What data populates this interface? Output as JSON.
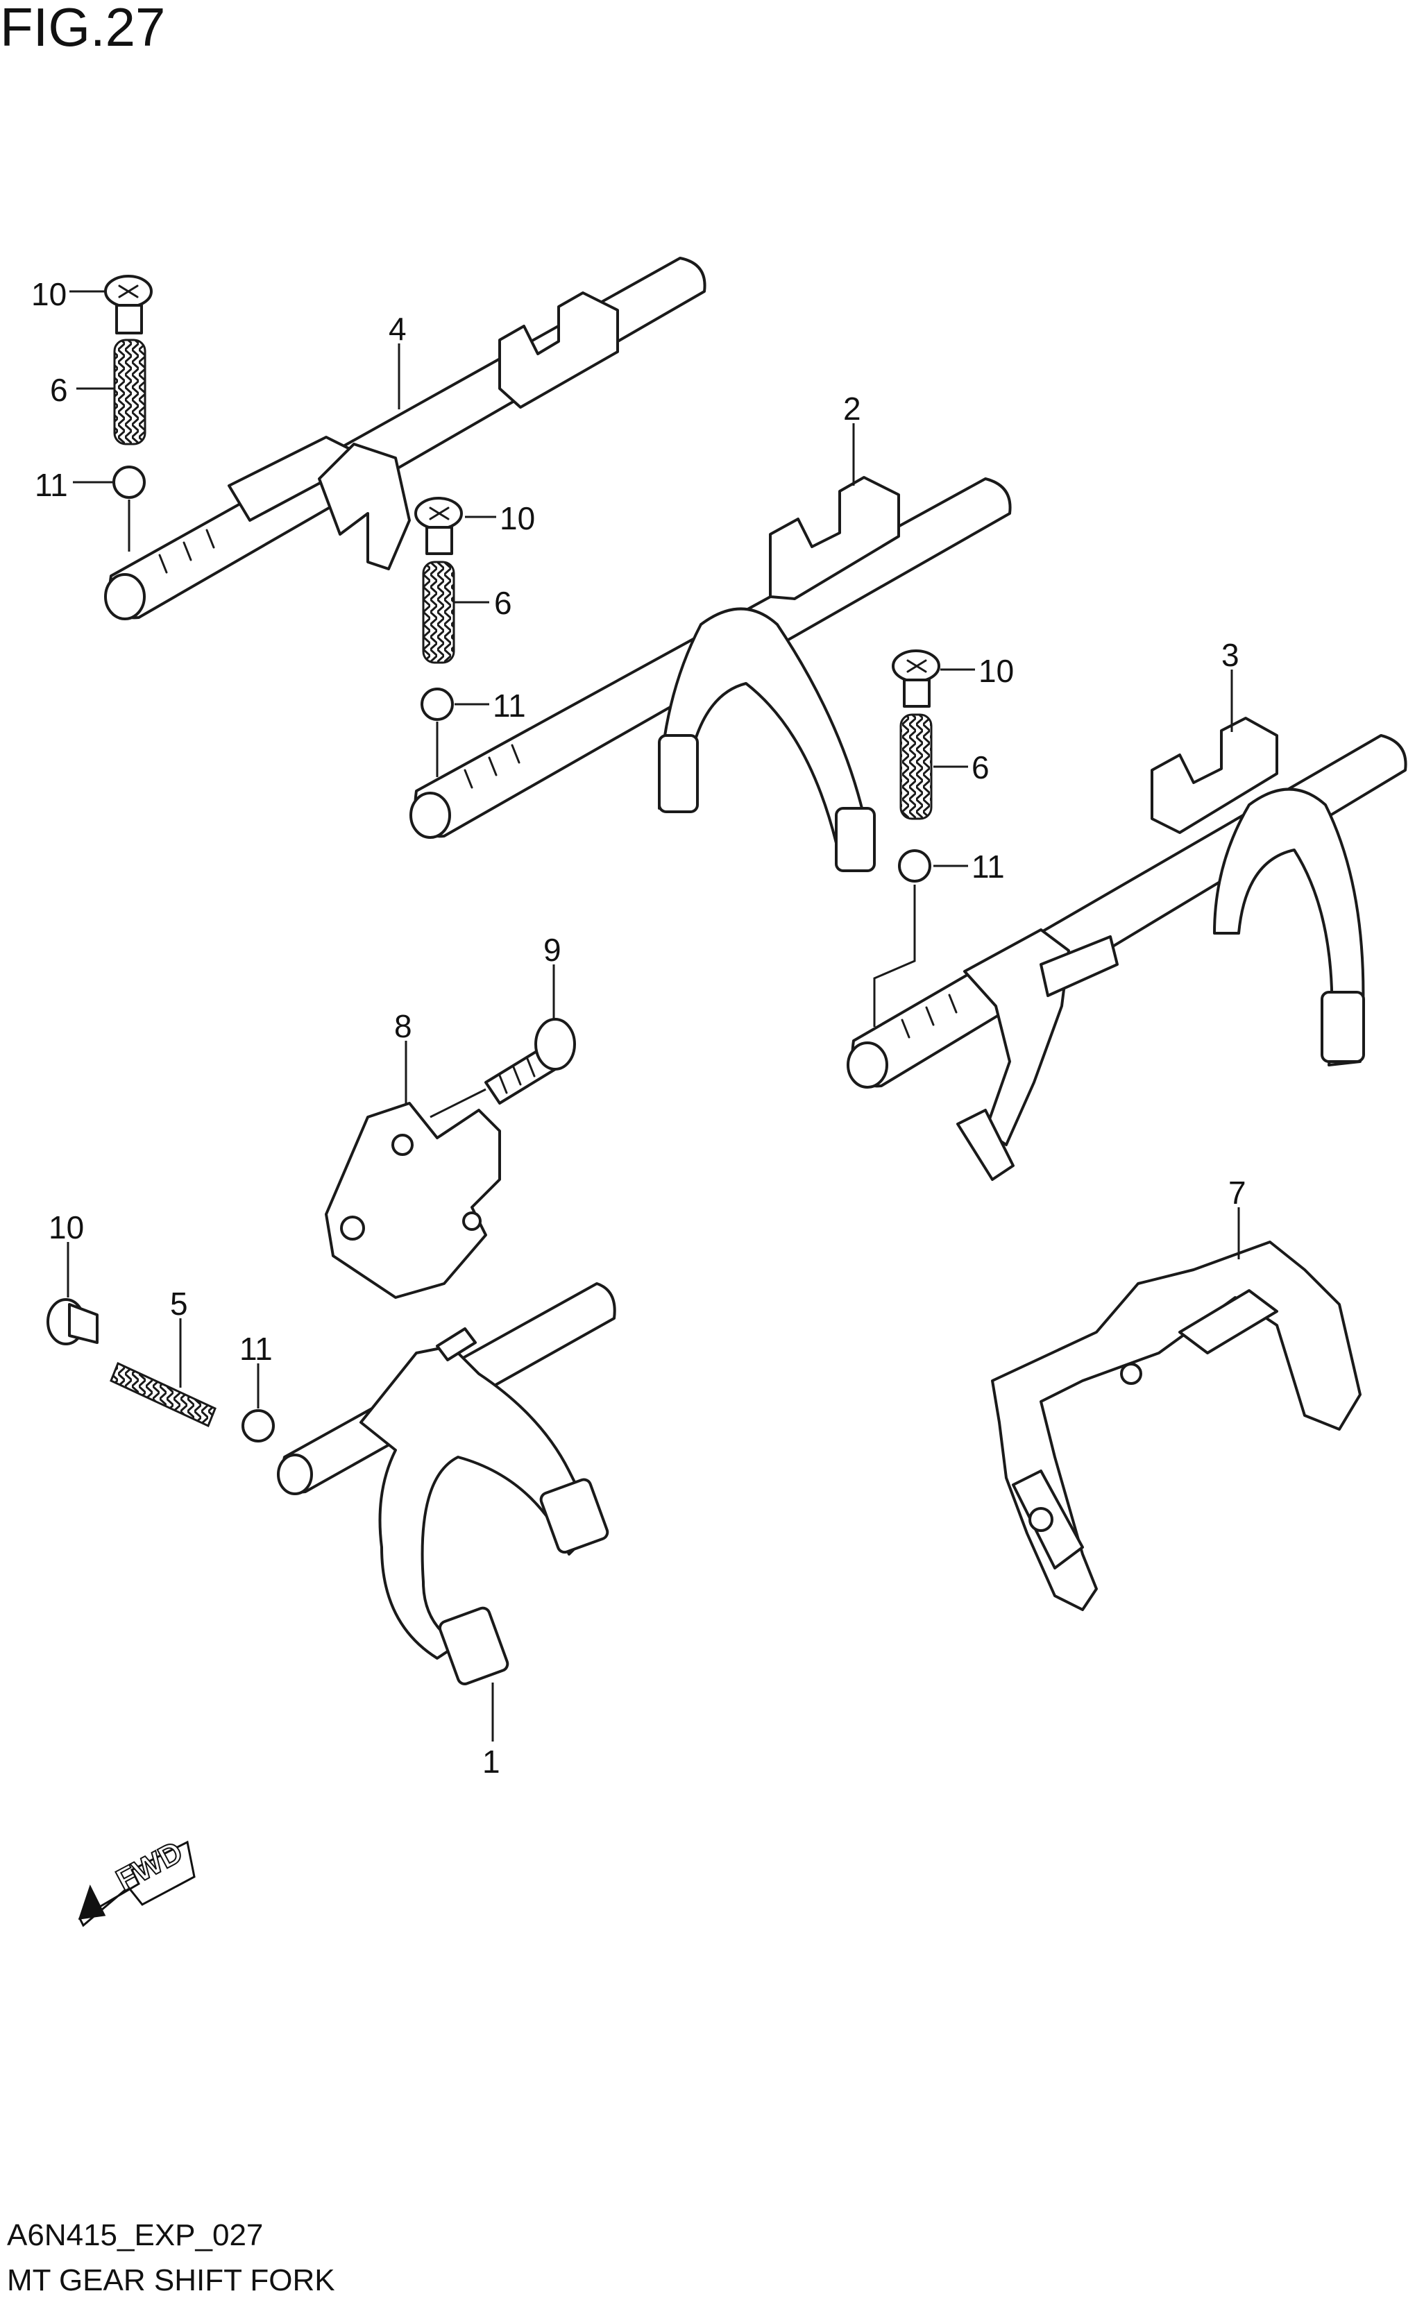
{
  "figure": {
    "title": "FIG.27",
    "code": "A6N415_EXP_027",
    "caption": "MT GEAR SHIFT FORK",
    "direction_label": "FWD"
  },
  "callouts": [
    {
      "id": "c10a",
      "label": "10"
    },
    {
      "id": "c6a",
      "label": "6"
    },
    {
      "id": "c11a",
      "label": "11"
    },
    {
      "id": "c4",
      "label": "4"
    },
    {
      "id": "c2",
      "label": "2"
    },
    {
      "id": "c10b",
      "label": "10"
    },
    {
      "id": "c6b",
      "label": "6"
    },
    {
      "id": "c11b",
      "label": "11"
    },
    {
      "id": "c10c",
      "label": "10"
    },
    {
      "id": "c3",
      "label": "3"
    },
    {
      "id": "c6c",
      "label": "6"
    },
    {
      "id": "c11c",
      "label": "11"
    },
    {
      "id": "c9",
      "label": "9"
    },
    {
      "id": "c8",
      "label": "8"
    },
    {
      "id": "c10d",
      "label": "10"
    },
    {
      "id": "c5",
      "label": "5"
    },
    {
      "id": "c11d",
      "label": "11"
    },
    {
      "id": "c7",
      "label": "7"
    },
    {
      "id": "c1",
      "label": "1"
    }
  ]
}
